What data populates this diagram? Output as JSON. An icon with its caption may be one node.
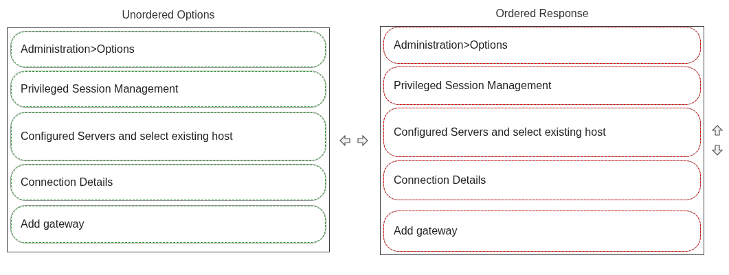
{
  "diagram": {
    "nodes": [
      {
        "text": [
          "Unordered Options"
        ]
      },
      {
        "text": [
          "Administration>Options"
        ],
        "in": 0
      },
      {
        "text": [
          "Privileged Session Management"
        ],
        "in": 0
      },
      {
        "text": [
          "Configured Servers and select existing host"
        ],
        "in": 0
      },
      {
        "text": [
          "Connection Details"
        ],
        "in": 0
      },
      {
        "text": [
          "Add gateway"
        ],
        "in": 0
      },
      {
        "text": [
          "Ordered Response"
        ]
      },
      {
        "text": [
          "Administration>Options"
        ],
        "in": 6
      },
      {
        "text": [
          "Privileged Session Management"
        ],
        "in": 6
      },
      {
        "text": [
          "Configured Servers and select existing host"
        ],
        "in": 6
      },
      {
        "text": [
          "Connection Details"
        ],
        "in": 6
      },
      {
        "text": [
          "Add gateway"
        ],
        "in": 6
      }
    ]
  }
}
